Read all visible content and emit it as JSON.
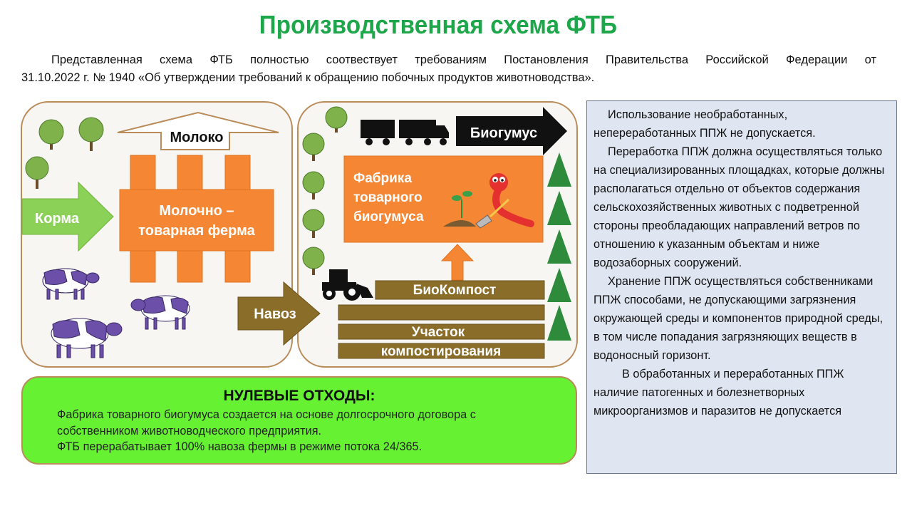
{
  "title": "Производственная схема ФТБ",
  "intro": {
    "line1": "Представленная схема ФТБ полностью соотвествует требованиям Постановления Правительства Российской Федерации от",
    "line2": "31.10.2022 г. № 1940 «Об утверждении требований к обращению побочных продуктов животноводства»."
  },
  "diagram": {
    "milk": "Молоко",
    "feed": "Корма",
    "farm_line1": "Молочно –",
    "farm_line2": "товарная ферма",
    "manure": "Навоз",
    "biohumus": "Биогумус",
    "factory_line1": "Фабрика",
    "factory_line2": "товарного",
    "factory_line3": "биогумуса",
    "biocompost": "БиоКомпост",
    "site_line1": "Участок",
    "site_line2": "компостирования"
  },
  "zero_waste": {
    "heading": "НУЛЕВЫЕ ОТХОДЫ:",
    "line1": "Фабрика товарного биогумуса создается на основе долгосрочного договора с",
    "line2": "собственником животноводческого предприятия.",
    "line3": "ФТБ перерабатывает 100% навоза фермы в режиме потока 24/365."
  },
  "side_text": {
    "p1": "Использование необработанных, непереработанных ППЖ не допускается.",
    "p2": "Переработка ППЖ должна осуществляться только на специализированных площадках, которые должны располагаться отдельно от объектов содержания сельскохозяйственных животных с подветренной стороны преобладающих направлений ветров по отношению к указанным объектам и ниже водозаборных сооружений.",
    "p3": "Хранение ППЖ осуществляться собственниками ППЖ способами, не допускающими загрязнения окружающей среды и компонентов природной среды, в том числе попадания загрязняющих веществ в водоносный горизонт.",
    "p4": "В обработанных и переработанных ППЖ наличие патогенных и болезнетворных микроорганизмов и паразитов не допускается"
  },
  "colors": {
    "title_green": "#1ea64a",
    "orange": "#f58634",
    "olive": "#8b6d2a",
    "lime": "#66f233",
    "side_bg": "#dfe5f1"
  }
}
